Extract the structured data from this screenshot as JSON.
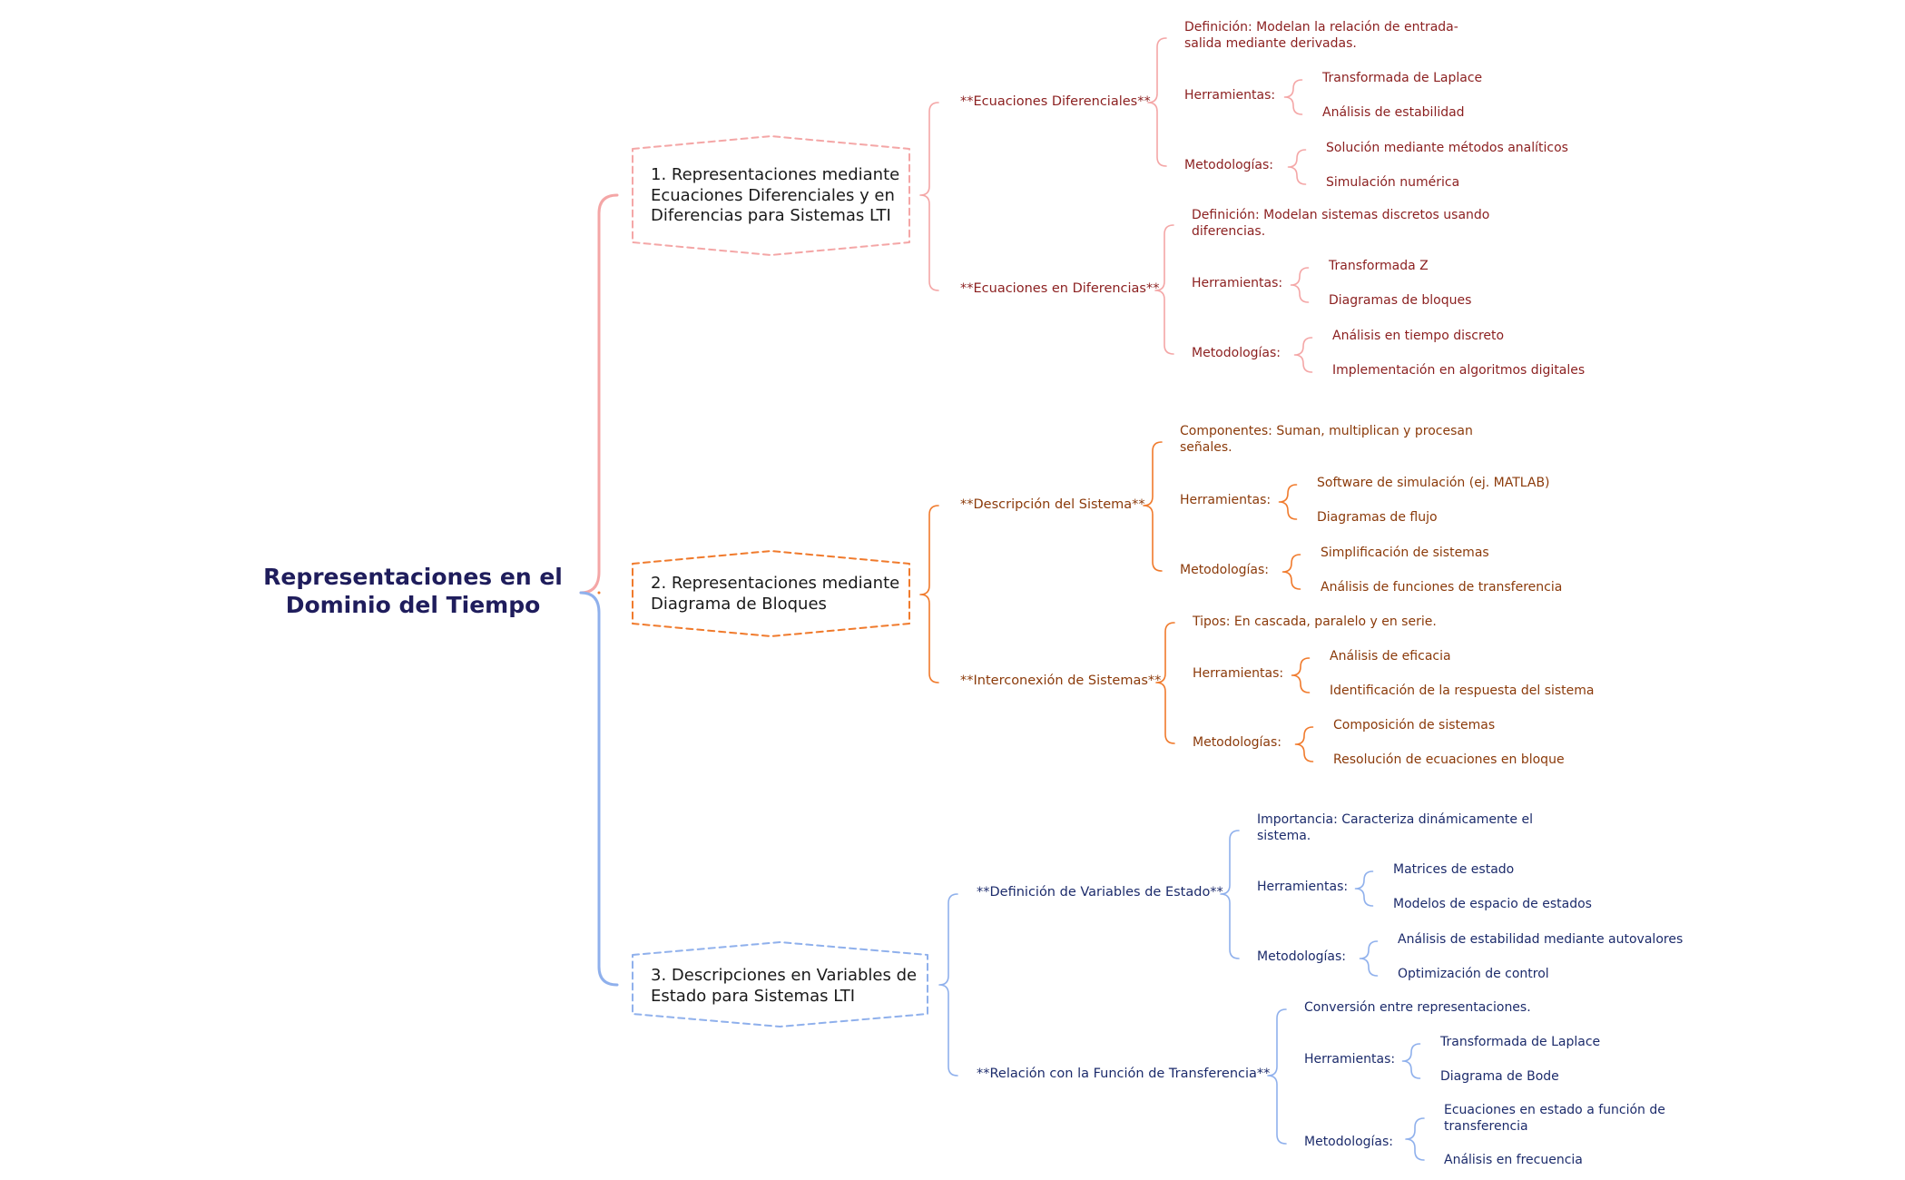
{
  "root": {
    "title": "Representaciones en el Dominio del Tiempo"
  },
  "colors": {
    "branch1": "#f4a6a6",
    "branch2": "#f07a2c",
    "branch3": "#8fb0ec"
  },
  "branches": [
    {
      "label": "1. Representaciones mediante Ecuaciones Diferenciales y en Diferencias para Sistemas LTI",
      "subs": [
        {
          "label": "**Ecuaciones Diferenciales**",
          "definition": "Definición: Modelan la relación de entrada-salida mediante derivadas.",
          "tools_label": "Herramientas:",
          "tools": [
            "Transformada de Laplace",
            "Análisis de estabilidad"
          ],
          "methods_label": "Metodologías:",
          "methods": [
            "Solución mediante métodos analíticos",
            "Simulación numérica"
          ]
        },
        {
          "label": "**Ecuaciones en Diferencias**",
          "definition": "Definición: Modelan sistemas discretos usando diferencias.",
          "tools_label": "Herramientas:",
          "tools": [
            "Transformada Z",
            "Diagramas de bloques"
          ],
          "methods_label": "Metodologías:",
          "methods": [
            "Análisis en tiempo discreto",
            "Implementación en algoritmos digitales"
          ]
        }
      ]
    },
    {
      "label": "2. Representaciones mediante Diagrama de Bloques",
      "subs": [
        {
          "label": "**Descripción del Sistema**",
          "definition": "Componentes: Suman, multiplican y procesan señales.",
          "tools_label": "Herramientas:",
          "tools": [
            "Software de simulación (ej. MATLAB)",
            "Diagramas de flujo"
          ],
          "methods_label": "Metodologías:",
          "methods": [
            "Simplificación de sistemas",
            "Análisis de funciones de transferencia"
          ]
        },
        {
          "label": "**Interconexión de Sistemas**",
          "definition": "Tipos: En cascada, paralelo y en serie.",
          "tools_label": "Herramientas:",
          "tools": [
            "Análisis de eficacia",
            "Identificación de la respuesta del sistema"
          ],
          "methods_label": "Metodologías:",
          "methods": [
            "Composición de sistemas",
            "Resolución de ecuaciones en bloque"
          ]
        }
      ]
    },
    {
      "label": "3. Descripciones en Variables de Estado para Sistemas LTI",
      "subs": [
        {
          "label": "**Definición de Variables de Estado**",
          "definition": "Importancia: Caracteriza dinámicamente el sistema.",
          "tools_label": "Herramientas:",
          "tools": [
            "Matrices de estado",
            "Modelos de espacio de estados"
          ],
          "methods_label": "Metodologías:",
          "methods": [
            "Análisis de estabilidad mediante autovalores",
            "Optimización de control"
          ]
        },
        {
          "label": "**Relación con la Función de Transferencia**",
          "definition": "Conversión entre representaciones.",
          "tools_label": "Herramientas:",
          "tools": [
            "Transformada de Laplace",
            "Diagrama de Bode"
          ],
          "methods_label": "Metodologías:",
          "methods": [
            "Ecuaciones en estado a función de transferencia",
            "Análisis en frecuencia"
          ]
        }
      ]
    }
  ]
}
